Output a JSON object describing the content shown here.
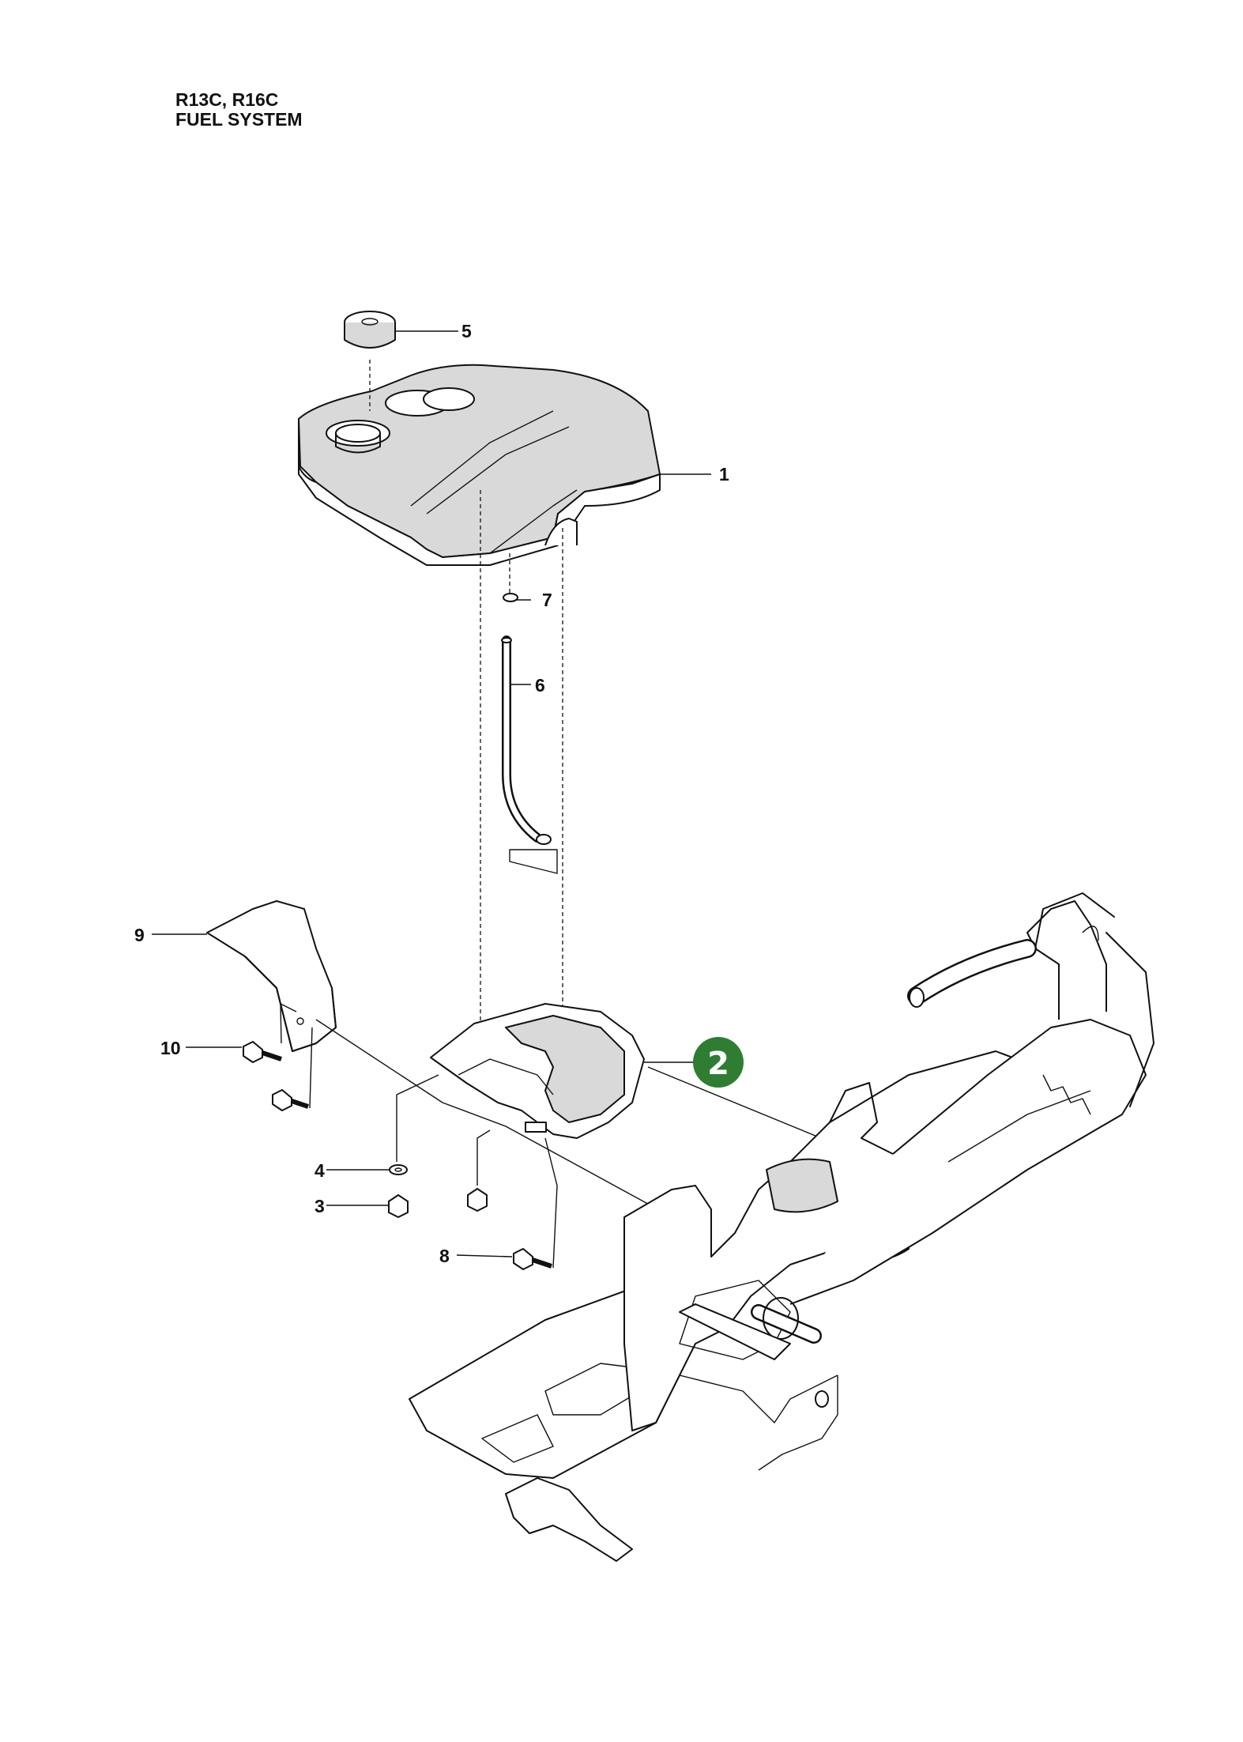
{
  "header": {
    "models": "R13C, R16C",
    "section": "FUEL SYSTEM"
  },
  "callouts": {
    "item_1": "1",
    "item_2": "2",
    "item_3": "3",
    "item_4": "4",
    "item_5": "5",
    "item_6": "6",
    "item_7": "7",
    "item_8": "8",
    "item_9": "9",
    "item_10": "10"
  },
  "colors": {
    "badge": "#2e7d32",
    "line": "#111111"
  }
}
